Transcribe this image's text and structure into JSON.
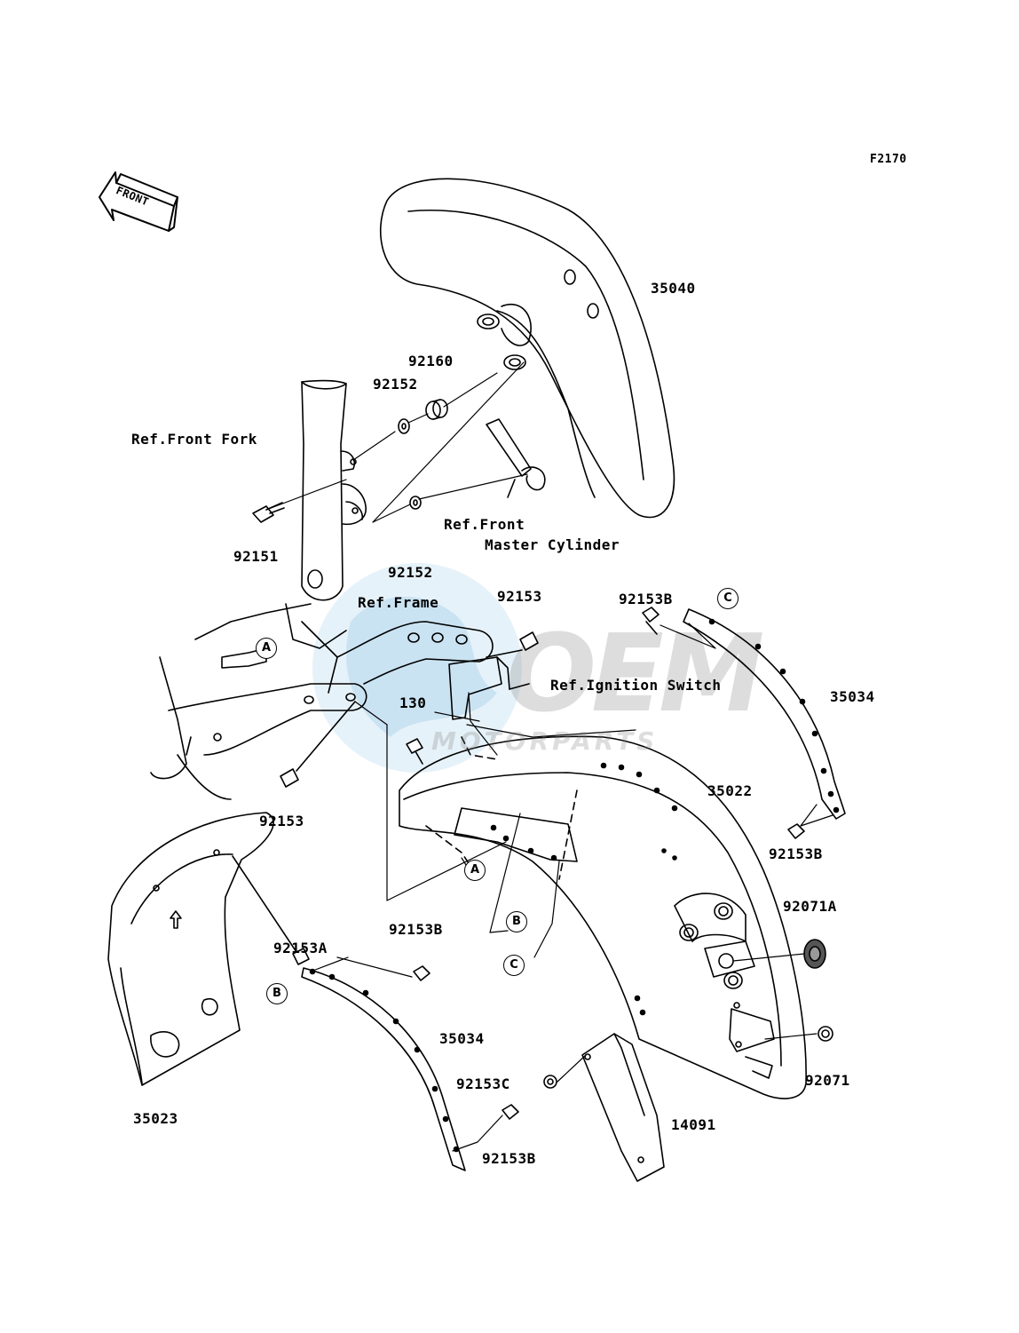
{
  "figure_code": "F2170",
  "front_arrow": "FRONT",
  "watermark": {
    "logo": "OEM",
    "tagline": "MOTORPARTS"
  },
  "callouts": {
    "p35040": "35040",
    "p92160": "92160",
    "p92152_top": "92152",
    "ref_front_fork": "Ref.Front Fork",
    "p92151": "92151",
    "ref_front_mc_1": "Ref.Front",
    "ref_front_mc_2": "Master Cylinder",
    "p92152_bottom": "92152",
    "ref_frame": "Ref.Frame",
    "p92153_top": "92153",
    "p92153B_top": "92153B",
    "ref_ignition": "Ref.Ignition Switch",
    "p35034_right": "35034",
    "p130": "130",
    "p35022": "35022",
    "p92153_left": "92153",
    "p92153B_right": "92153B",
    "p92071A": "92071A",
    "p92153A": "92153A",
    "p92153B_mid": "92153B",
    "p35034_left": "35034",
    "p92153C": "92153C",
    "p92071": "92071",
    "p35023": "35023",
    "p14091": "14091",
    "p92153B_bottom": "92153B"
  },
  "markers": {
    "a_left": "A",
    "a_mid": "A",
    "b_right": "B",
    "b_left": "B",
    "c_top": "C",
    "c_mid": "C"
  }
}
